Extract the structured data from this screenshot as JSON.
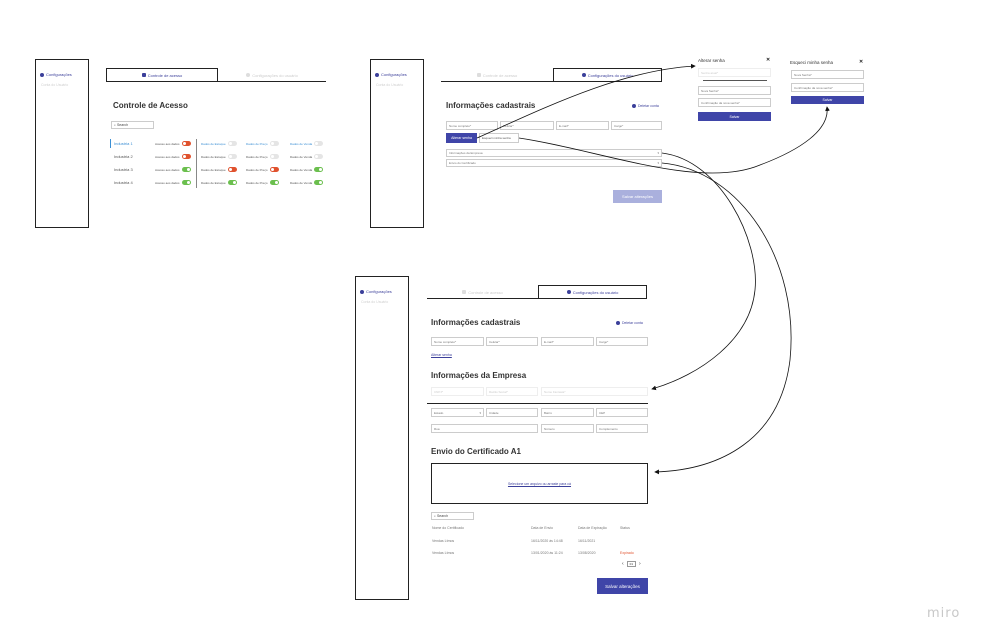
{
  "sidebar": {
    "item_active": "Configurações",
    "item_secondary": "Conta do Usuário"
  },
  "tabs": {
    "access": "Controle de acesso",
    "user_config": "Configurações do usuário"
  },
  "access": {
    "title": "Controle de Acesso",
    "search_label": "Search",
    "rows": [
      {
        "name": "Industria 1",
        "p1": "Acesso aos dados",
        "p2": "Dados de Estoque",
        "p3": "Dados de Preço",
        "p4": "Dados de Venda"
      },
      {
        "name": "Industria 2",
        "p1": "Acesso aos dados",
        "p2": "Dados de Estoque",
        "p3": "Dados de Preço",
        "p4": "Dados de Venda"
      },
      {
        "name": "Industria 3",
        "p1": "Acesso aos dados",
        "p2": "Dados de Estoque",
        "p3": "Dados de Preço",
        "p4": "Dados de Venda"
      },
      {
        "name": "Industria 4",
        "p1": "Acesso aos dados",
        "p2": "Dados de Estoque",
        "p3": "Dados de Preço",
        "p4": "Dados de Venda"
      }
    ]
  },
  "info": {
    "title": "Informações cadastrais",
    "delete_account": "Deletar conta",
    "fields": {
      "name": "Nome completo*",
      "phone": "Celular*",
      "email": "E-mail*",
      "role": "Cargo*"
    },
    "change_password": "Alterar senha",
    "forgot_password": "Esqueci minha senha",
    "company_accordion": "Informações da Empresa",
    "cert_accordion": "Envio do Certificado",
    "save": "Salvar alterações"
  },
  "modal_change": {
    "title": "Alterar senha",
    "current": "Senha atual*",
    "new": "Nova Senha*",
    "confirm": "Confirmação da nova senha*",
    "submit": "Salvar"
  },
  "modal_forgot": {
    "title": "Esqueci minha senha",
    "new": "Nova Senha*",
    "confirm": "Confirmação da nova senha*",
    "submit": "Salvar"
  },
  "company": {
    "title": "Informações da Empresa",
    "cnpj": "CNPJ*",
    "razao": "Razão Social*",
    "fantasia": "Nome Fantasia*",
    "estado": "Estado",
    "cidade": "Cidade",
    "bairro": "Bairro",
    "cep": "CEP",
    "rua": "Rua",
    "numero": "Número",
    "complemento": "Complemento"
  },
  "cert": {
    "title": "Envio do Certificado A1",
    "upload_link": "Selecione um arquivo ou arraste para cá",
    "search_label": "Search",
    "headers": {
      "name": "Nome do Certificado",
      "sent": "Data de Envio",
      "expires": "Data de Expiração",
      "status": "Status"
    },
    "rows": [
      {
        "name": "Vendas Ltmos",
        "sent": "16/11/2020 às 14:48",
        "expires": "16/11/2021",
        "status": ""
      },
      {
        "name": "Vendas Ltmos",
        "sent": "13/01/2020 às 11:24",
        "expires": "13/08/2020",
        "status": "Expirado"
      }
    ],
    "page": "01"
  },
  "brand": {
    "watermark": "miro"
  },
  "colors": {
    "primary": "#3f45a8",
    "on": "#6bbf4e",
    "off": "#e0522e"
  }
}
